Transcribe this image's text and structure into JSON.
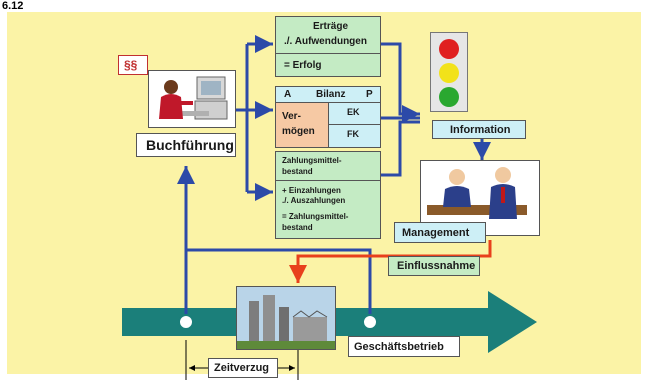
{
  "slide_label": "6.12",
  "accounting": {
    "paragraph_badge": "§§",
    "title": "Buchführung"
  },
  "profit_box": {
    "line1": "Erträge",
    "line2": "./. Aufwendungen",
    "result": "= Erfolg"
  },
  "balance_box": {
    "left_header": "A",
    "title": "Bilanz",
    "right_header": "P",
    "assets_line1": "Ver-",
    "assets_line2": "mögen",
    "equity": "EK",
    "debt": "FK"
  },
  "cash_box": {
    "title_line1": "Zahlungsmittel-",
    "title_line2": "bestand",
    "in": "+ Einzahlungen",
    "out": "./. Auszahlungen",
    "result_line1": "= Zahlungsmittel-",
    "result_line2": "bestand"
  },
  "information_label": "Information",
  "management_label": "Management",
  "influence_label": "Einflussnahme",
  "operations_label": "Geschäftsbetrieb",
  "delay_label": "Zeitverzug",
  "colors": {
    "background": "#fbf3a6",
    "process_arrow": "#1b7f7a",
    "connector": "#2c4aa8",
    "influence_arrow": "#e8401c",
    "traffic_red": "#e02020",
    "traffic_yellow": "#f2e21a",
    "traffic_green": "#2aa830"
  }
}
